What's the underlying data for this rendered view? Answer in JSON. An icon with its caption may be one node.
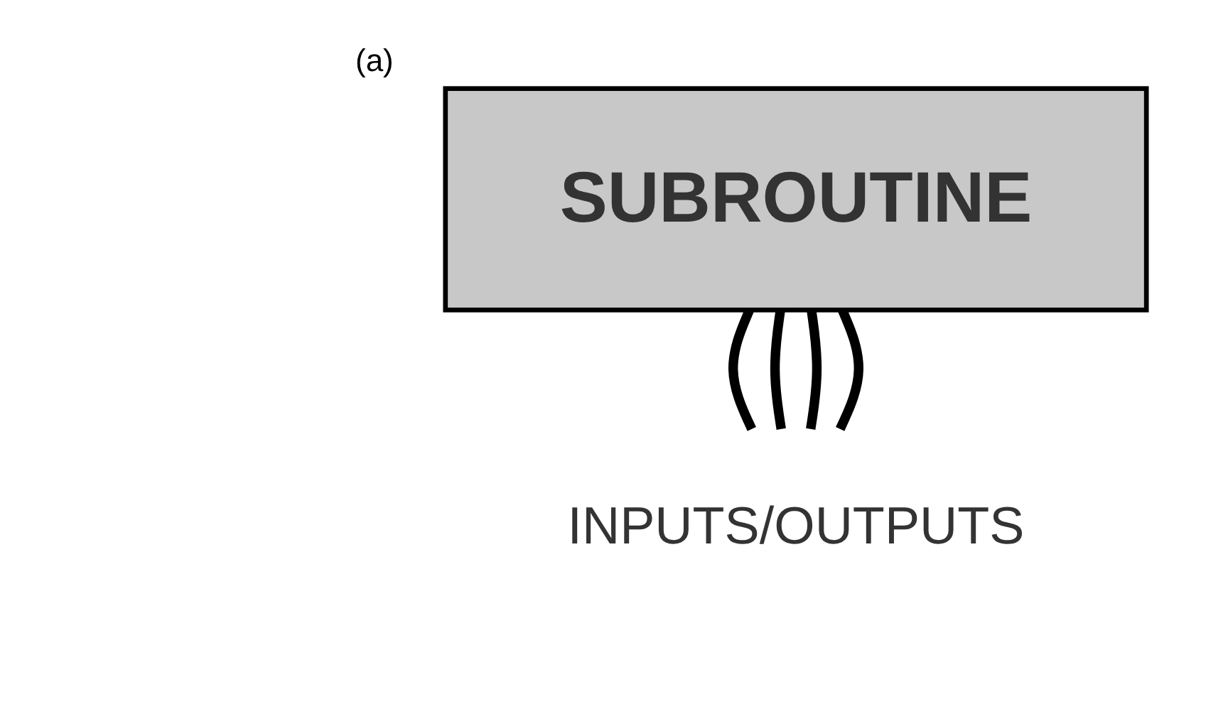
{
  "diagram": {
    "nodes": [
      {
        "text": [
          "SUBROUTINE"
        ]
      },
      {
        "text": [
          "INPUTS/OUTPUTS"
        ]
      }
    ],
    "edges": [
      {
        "from": 0,
        "to": 1,
        "arrow": "none"
      },
      {
        "from": 0,
        "to": 1,
        "arrow": "none"
      },
      {
        "from": 0,
        "to": 1,
        "arrow": "none"
      },
      {
        "from": 0,
        "to": 1,
        "arrow": "none"
      }
    ],
    "labels": [
      "(a)"
    ]
  }
}
